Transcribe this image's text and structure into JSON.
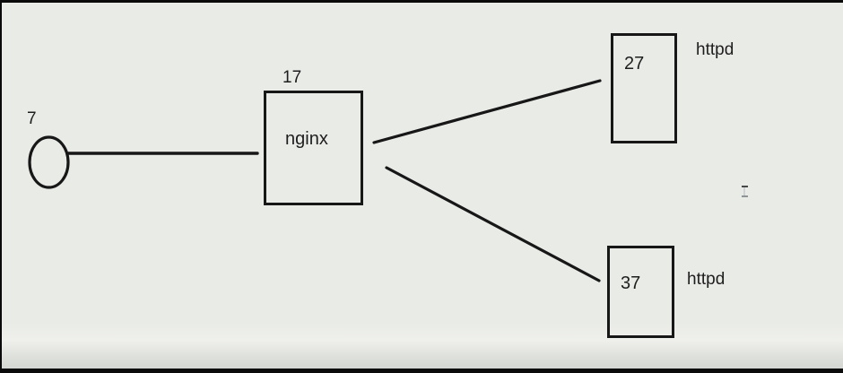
{
  "canvas": {
    "background_color": "#e9ebe7",
    "stroke_color": "#171717",
    "text_color": "#1e1e1e"
  },
  "nodes": {
    "client": {
      "label": "7"
    },
    "nginx": {
      "name": "nginx",
      "label": "17"
    },
    "httpd_top": {
      "name": "httpd",
      "label": "27"
    },
    "httpd_bottom": {
      "name": "httpd",
      "label": "37"
    }
  },
  "connections": [
    {
      "from": "client",
      "to": "nginx"
    },
    {
      "from": "nginx",
      "to": "httpd_top"
    },
    {
      "from": "nginx",
      "to": "httpd_bottom"
    }
  ],
  "cursor": {
    "type": "i-beam"
  }
}
